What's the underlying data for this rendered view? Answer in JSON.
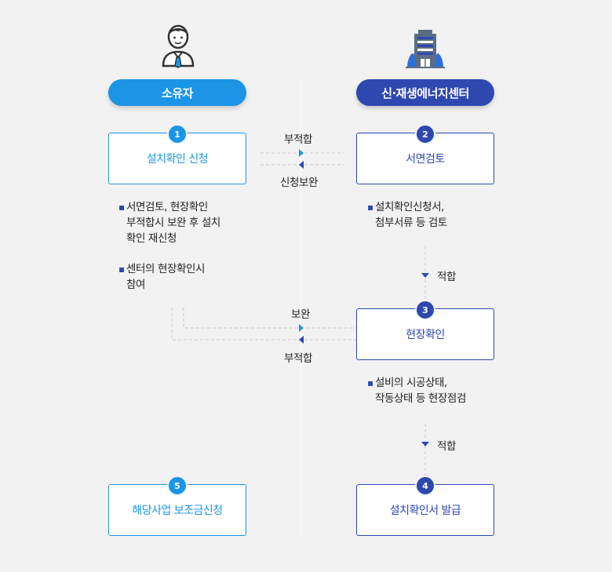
{
  "columns": {
    "owner": {
      "label": "소유자",
      "icon": "person-icon"
    },
    "center": {
      "label": "신·재생에너지센터",
      "icon": "building-icon"
    }
  },
  "steps": [
    {
      "num": "1",
      "label": "설치확인 신청"
    },
    {
      "num": "2",
      "label": "서면검토"
    },
    {
      "num": "3",
      "label": "현장확인"
    },
    {
      "num": "4",
      "label": "설치확인서 발급"
    },
    {
      "num": "5",
      "label": "해당사업 보조금신청"
    }
  ],
  "notes": {
    "owner_1": [
      "서면검토, 현장확인",
      "부적합시 보완 후 설치",
      "확인 재신청"
    ],
    "owner_2": [
      "센터의 현장확인시",
      "참여"
    ],
    "center_2": [
      "설치확인신청서,",
      "첨부서류 등 검토"
    ],
    "center_3": [
      "설비의 시공상태,",
      "작동상태 등 현장점검"
    ]
  },
  "arrows": {
    "top_right": "부적합",
    "top_left": "신청보완",
    "mid_right": "보완",
    "mid_left": "부적합",
    "down_1": "적합",
    "down_2": "적합"
  },
  "colors": {
    "owner": "#1b95e6",
    "center": "#2e48b0",
    "background": "#f2f2f3"
  }
}
